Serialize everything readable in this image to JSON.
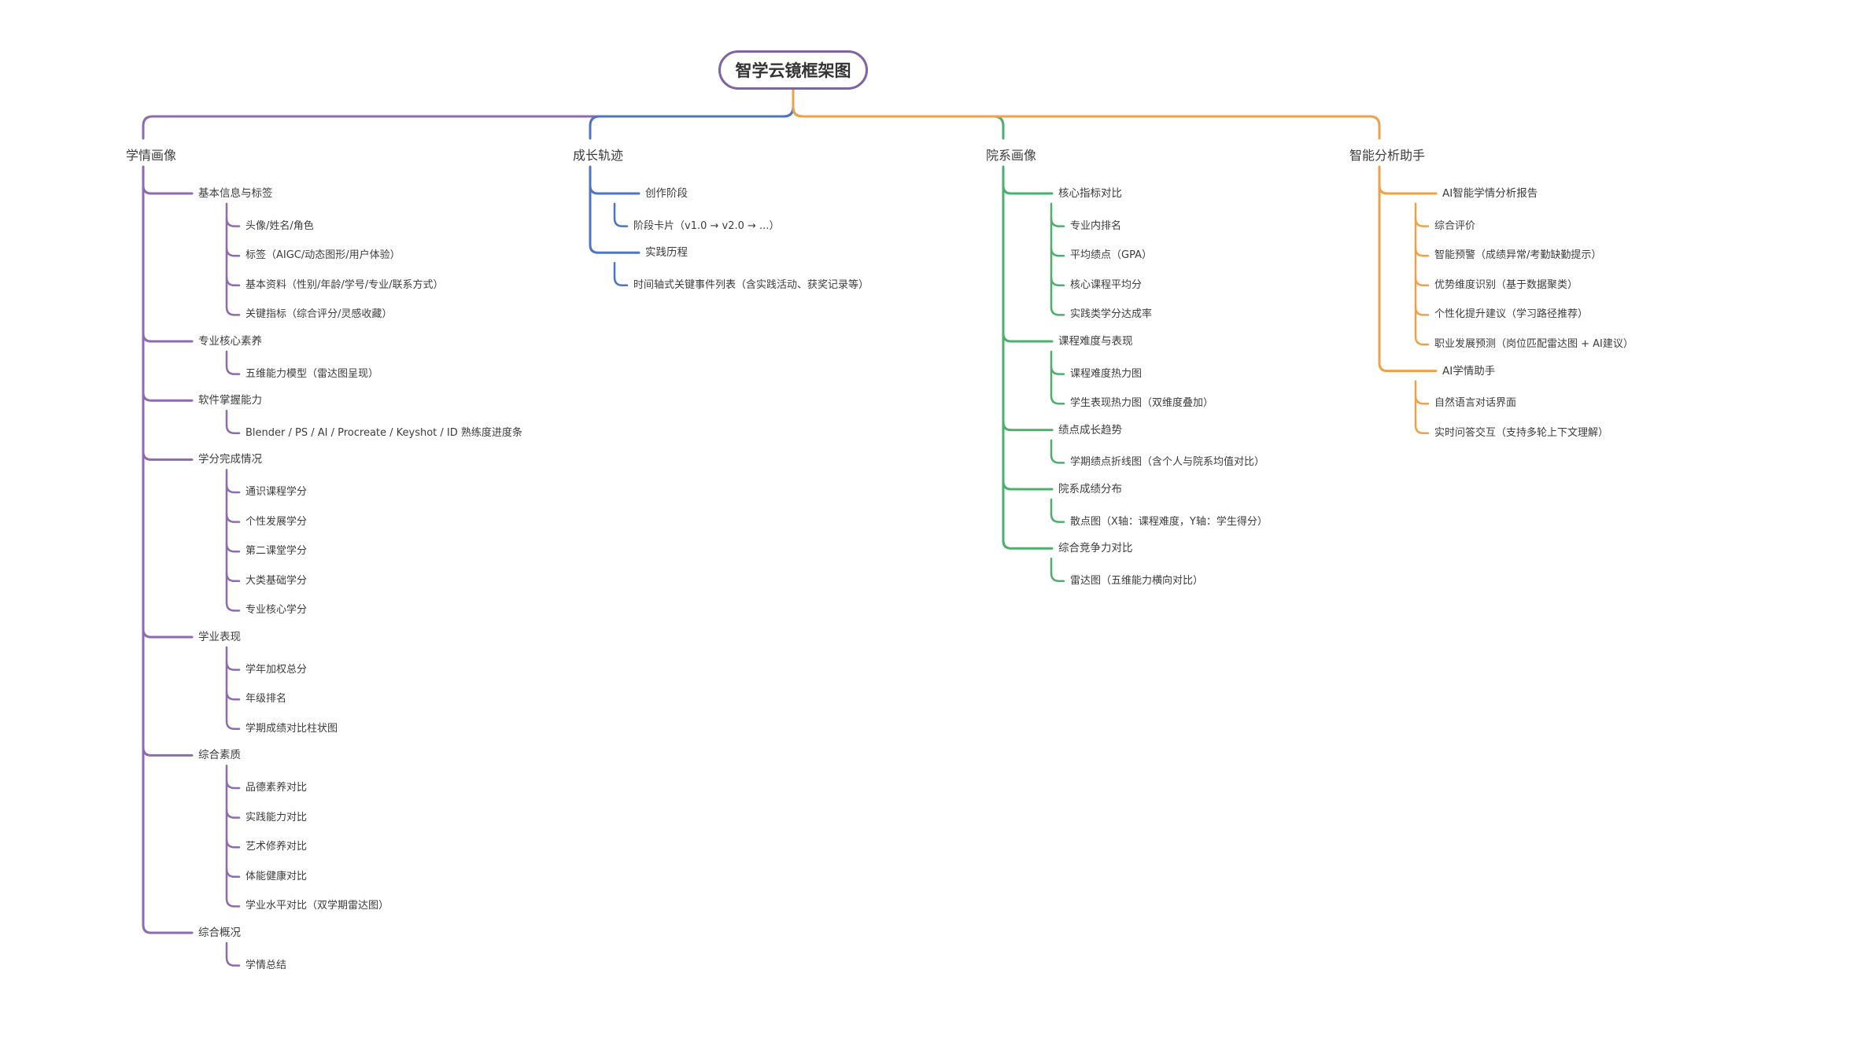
{
  "root": {
    "title": "智学云镜框架图",
    "color": "#8064a2"
  },
  "branches": [
    {
      "key": "profile",
      "title": "学情画像",
      "color": "#8e6bb1",
      "children": [
        {
          "title": "基本信息与标签",
          "children": [
            "头像/姓名/角色",
            "标签（AIGC/动态图形/用户体验）",
            "基本资料（性别/年龄/学号/专业/联系方式）",
            "关键指标（综合评分/灵感收藏）"
          ]
        },
        {
          "title": "专业核心素养",
          "children": [
            "五维能力模型（雷达图呈现）"
          ]
        },
        {
          "title": "软件掌握能力",
          "children": [
            "Blender / PS / AI / Procreate / Keyshot / ID 熟练度进度条"
          ]
        },
        {
          "title": "学分完成情况",
          "children": [
            "通识课程学分",
            "个性发展学分",
            "第二课堂学分",
            "大类基础学分",
            "专业核心学分"
          ]
        },
        {
          "title": "学业表现",
          "children": [
            "学年加权总分",
            "年级排名",
            "学期成绩对比柱状图"
          ]
        },
        {
          "title": "综合素质",
          "children": [
            "品德素养对比",
            "实践能力对比",
            "艺术修养对比",
            "体能健康对比",
            "学业水平对比（双学期雷达图）"
          ]
        },
        {
          "title": "综合概况",
          "children": [
            "学情总结"
          ]
        }
      ]
    },
    {
      "key": "growth",
      "title": "成长轨迹",
      "color": "#4f74c2",
      "children": [
        {
          "title": "创作阶段",
          "children": [
            "阶段卡片（v1.0 → v2.0 → ...）"
          ]
        },
        {
          "title": "实践历程",
          "children": [
            "时间轴式关键事件列表（含实践活动、获奖记录等）"
          ]
        }
      ]
    },
    {
      "key": "department",
      "title": "院系画像",
      "color": "#4caf6e",
      "children": [
        {
          "title": "核心指标对比",
          "children": [
            "专业内排名",
            "平均绩点（GPA）",
            "核心课程平均分",
            "实践类学分达成率"
          ]
        },
        {
          "title": "课程难度与表现",
          "children": [
            "课程难度热力图",
            "学生表现热力图（双维度叠加）"
          ]
        },
        {
          "title": "绩点成长趋势",
          "children": [
            "学期绩点折线图（含个人与院系均值对比）"
          ]
        },
        {
          "title": "院系成绩分布",
          "children": [
            "散点图（X轴：课程难度，Y轴：学生得分）"
          ]
        },
        {
          "title": "综合竞争力对比",
          "children": [
            "雷达图（五维能力横向对比）"
          ]
        }
      ]
    },
    {
      "key": "assistant",
      "title": "智能分析助手",
      "color": "#f0a048",
      "children": [
        {
          "title": "AI智能学情分析报告",
          "children": [
            "综合评价",
            "智能预警（成绩异常/考勤缺勤提示）",
            "优势维度识别（基于数据聚类）",
            "个性化提升建议（学习路径推荐）",
            "职业发展预测（岗位匹配雷达图 + AI建议）"
          ]
        },
        {
          "title": "AI学情助手",
          "children": [
            "自然语言对话界面",
            "实时问答交互（支持多轮上下文理解）"
          ]
        }
      ]
    }
  ]
}
